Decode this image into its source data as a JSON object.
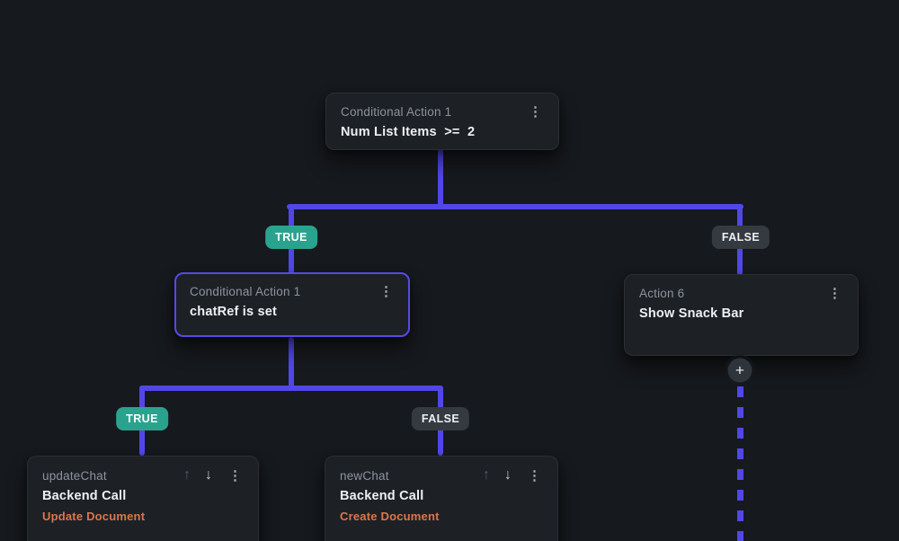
{
  "flow": {
    "node_cond_top": {
      "label": "Conditional Action 1",
      "condition": "Num List Items  >=  2"
    },
    "node_cond_nested": {
      "label": "Conditional Action 1",
      "condition": "chatRef is set"
    },
    "node_action6": {
      "label": "Action 6",
      "action": "Show Snack Bar"
    },
    "node_update_chat": {
      "label": "updateChat",
      "action": "Backend Call",
      "subaction": "Update Document"
    },
    "node_new_chat": {
      "label": "newChat",
      "action": "Backend Call",
      "subaction": "Create Document"
    }
  },
  "badges": {
    "true": "TRUE",
    "false": "FALSE"
  },
  "icons": {
    "kebab": "⋮",
    "arrow_up": "↑",
    "arrow_down": "↓",
    "plus": "+"
  },
  "colors": {
    "background": "#16191d",
    "connector": "#5147e8",
    "card": "#1d2126",
    "selected_border": "#5849e6",
    "true_badge": "#2aa38e",
    "false_badge": "#343a40",
    "accent_orange": "#dd7549"
  }
}
